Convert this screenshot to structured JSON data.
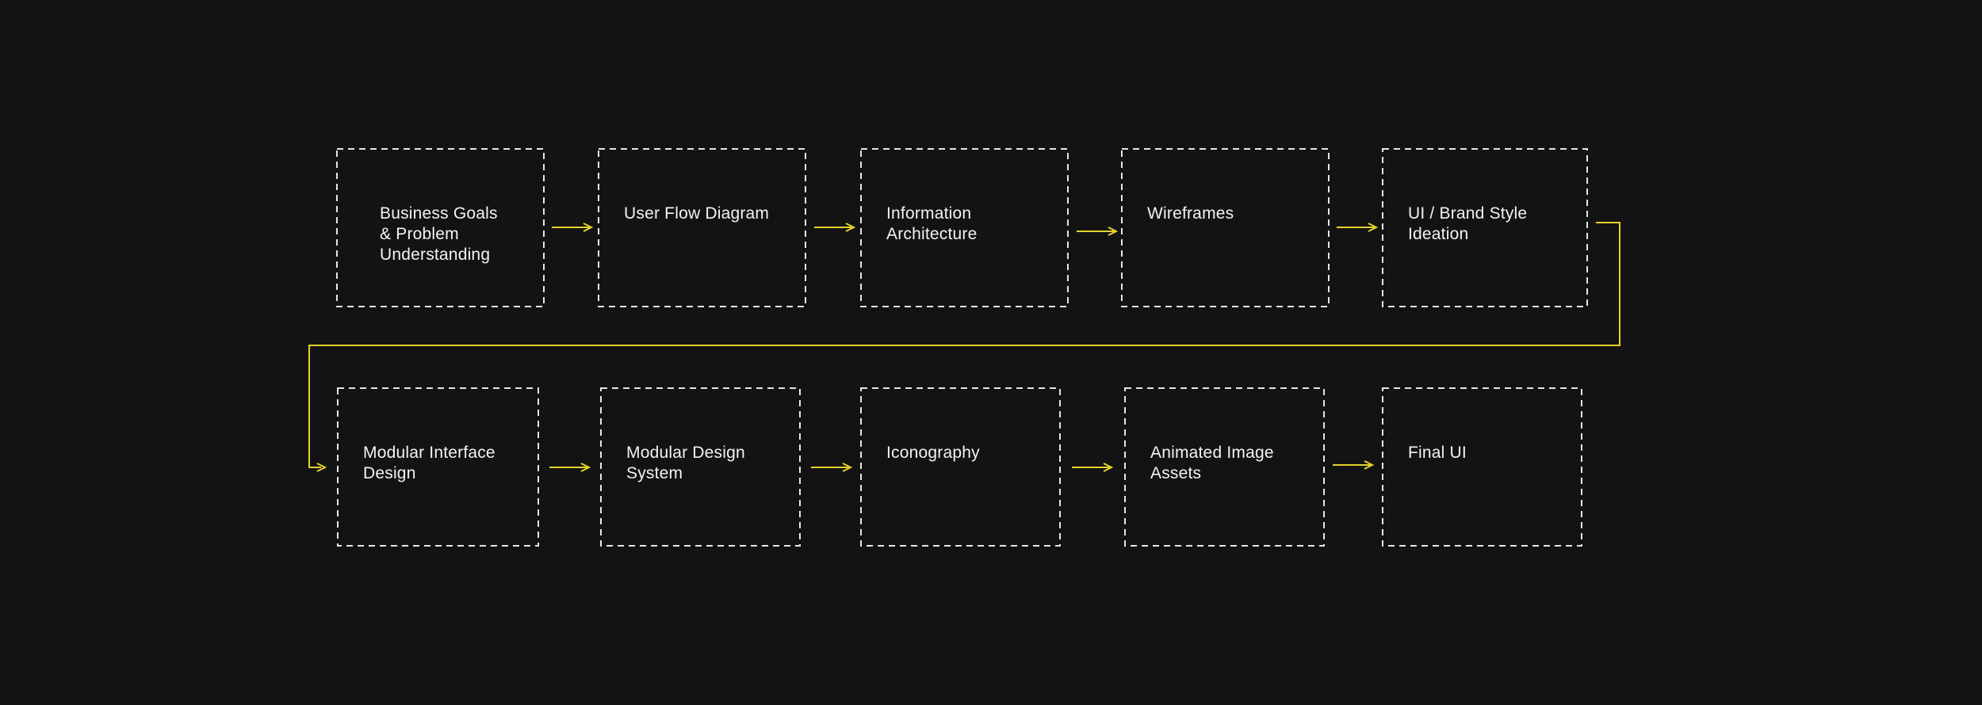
{
  "diagram": {
    "colors": {
      "background": "#131313",
      "box_border": "#e6e6e6",
      "label_text": "#f3f3f3",
      "connector": "#e3d32a"
    },
    "steps": [
      {
        "label": "Business Goals\n& Problem\nUnderstanding"
      },
      {
        "label": "User Flow Diagram"
      },
      {
        "label": "Information\nArchitecture"
      },
      {
        "label": "Wireframes"
      },
      {
        "label": "UI / Brand Style\nIdeation"
      },
      {
        "label": "Modular Interface\nDesign"
      },
      {
        "label": "Modular Design\nSystem"
      },
      {
        "label": "Iconography"
      },
      {
        "label": "Animated Image\nAssets"
      },
      {
        "label": "Final UI"
      }
    ],
    "flow_order": "left-to-right, top row then bottom row"
  }
}
